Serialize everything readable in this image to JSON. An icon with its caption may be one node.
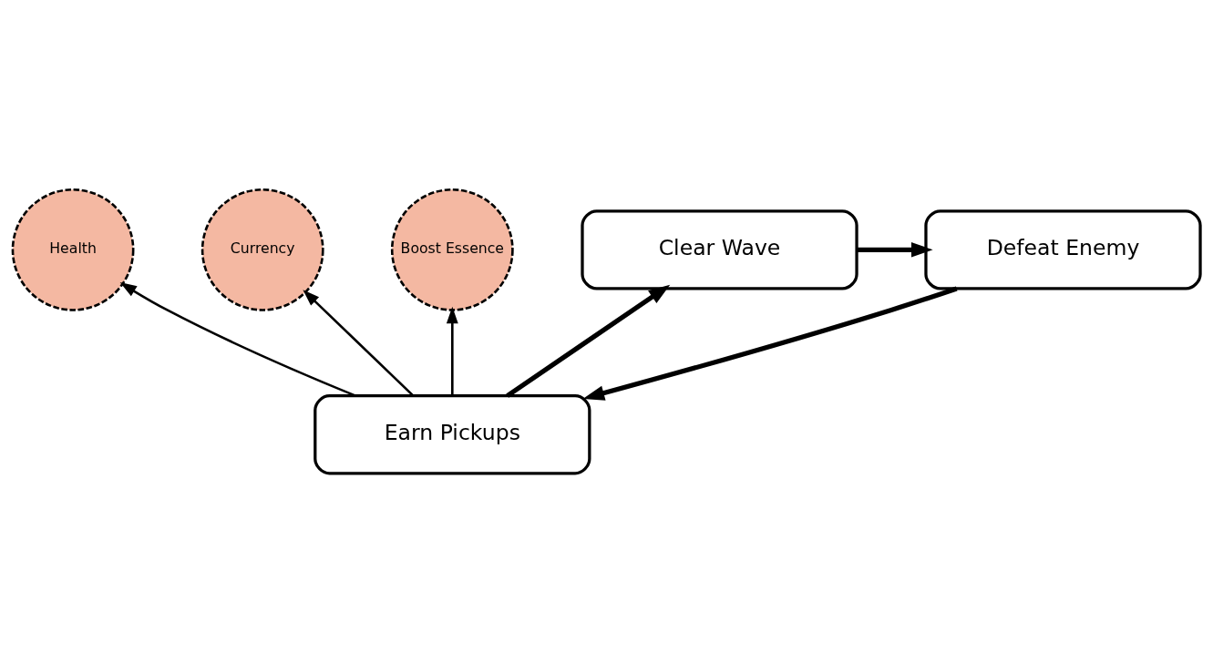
{
  "diagram": {
    "nodes": [
      {
        "text": [
          "Health"
        ]
      },
      {
        "text": [
          "Currency"
        ]
      },
      {
        "text": [
          "Boost Essence"
        ]
      },
      {
        "text": [
          "Earn Pickups"
        ]
      },
      {
        "text": [
          "Defeat Enemy"
        ]
      },
      {
        "text": [
          "Clear Wave"
        ]
      }
    ],
    "edges": [
      {
        "from": 3,
        "to": 0,
        "arrow": "to"
      },
      {
        "from": 3,
        "to": 1,
        "arrow": "to"
      },
      {
        "from": 3,
        "to": 2,
        "arrow": "to"
      },
      {
        "from": 4,
        "to": 3,
        "arrow": "to",
        "style": "thick"
      },
      {
        "from": 3,
        "to": 5,
        "arrow": "to",
        "style": "thick"
      },
      {
        "from": 5,
        "to": 4,
        "arrow": "to",
        "style": "thick"
      }
    ]
  }
}
